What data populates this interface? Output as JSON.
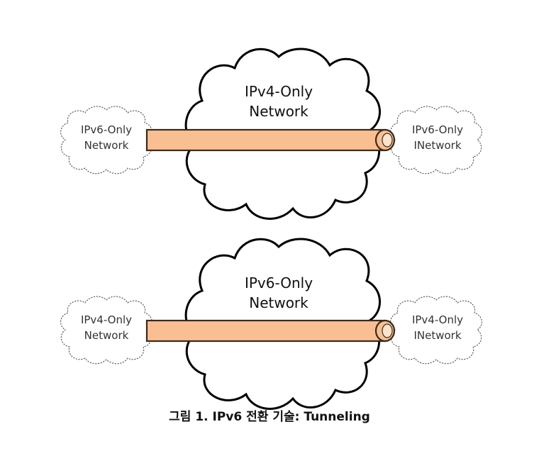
{
  "diagrams": [
    {
      "center_cloud": {
        "line1": "IPv4-Only",
        "line2": "Network"
      },
      "left_cloud": {
        "line1": "IPv6-Only",
        "line2": "Network"
      },
      "right_cloud": {
        "line1": "IPv6-Only",
        "line2": "INetwork"
      }
    },
    {
      "center_cloud": {
        "line1": "IPv6-Only",
        "line2": "Network"
      },
      "left_cloud": {
        "line1": "IPv4-Only",
        "line2": "Network"
      },
      "right_cloud": {
        "line1": "IPv4-Only",
        "line2": "INetwork"
      }
    }
  ],
  "caption": "그림 1. IPv6 전환 기술: Tunneling",
  "colors": {
    "tunnel_fill": "#f9bf93",
    "tunnel_stroke": "#3a2a1a"
  }
}
